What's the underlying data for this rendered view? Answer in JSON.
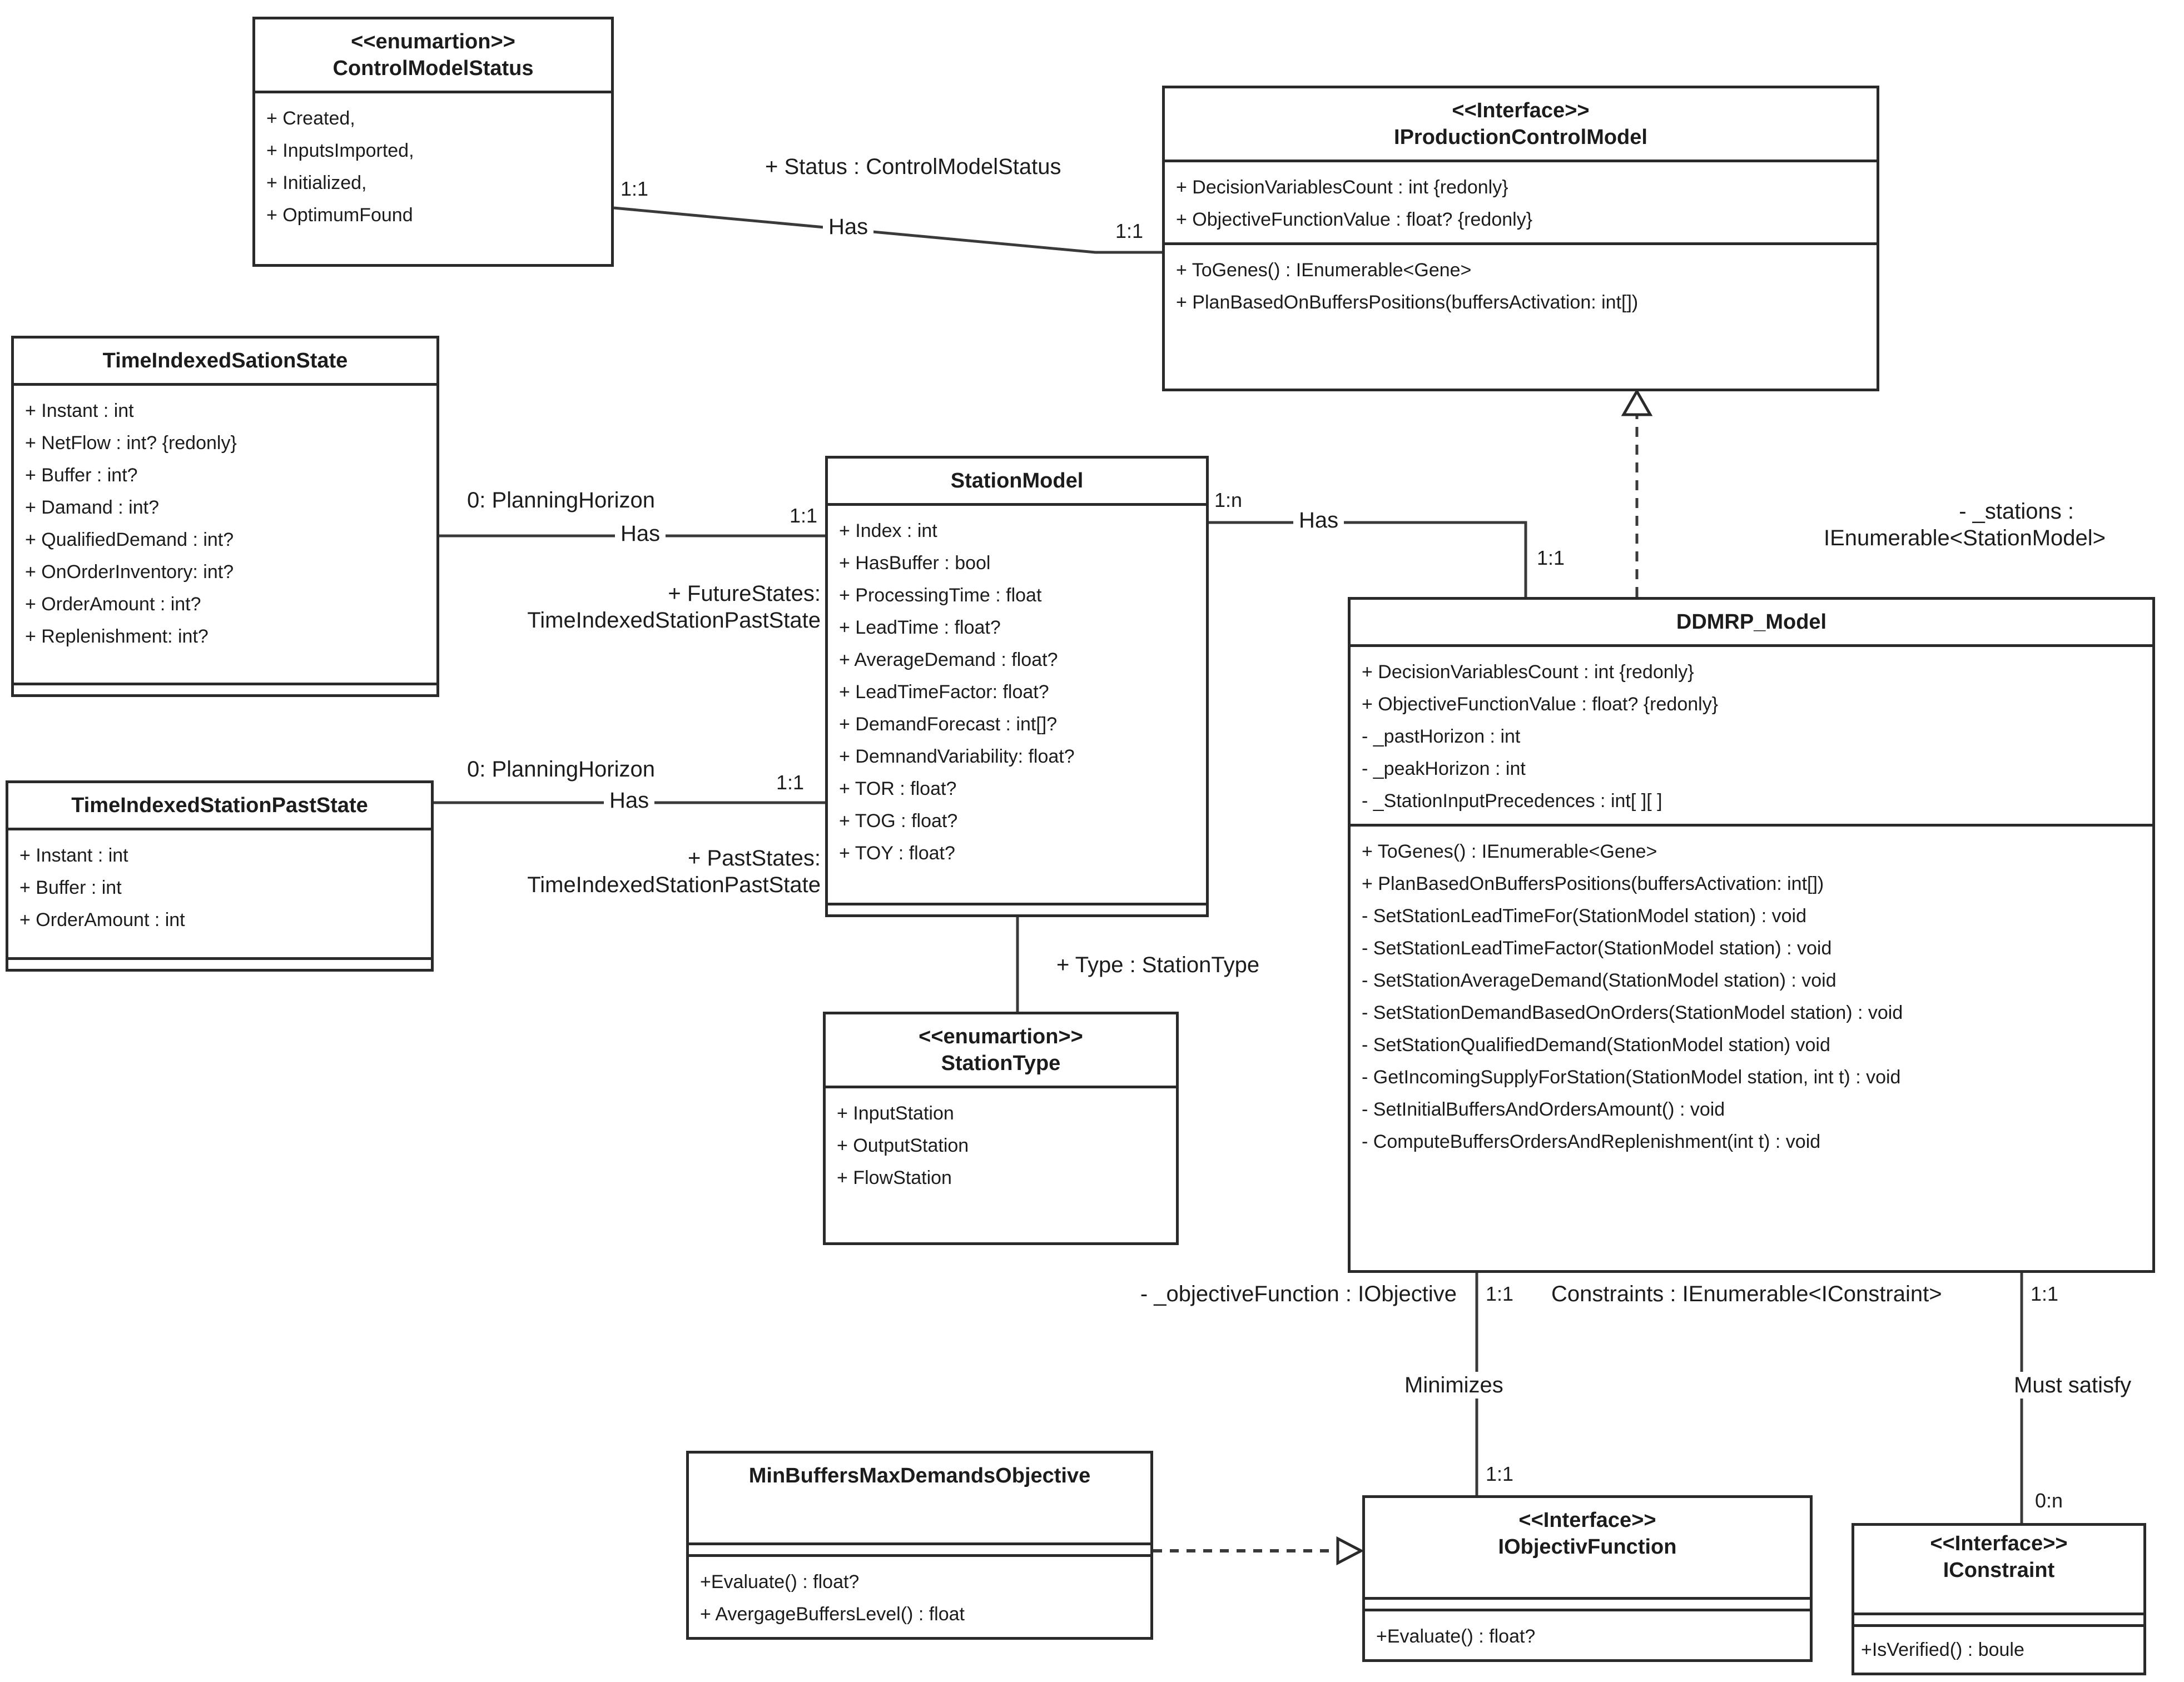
{
  "diagram": {
    "classes": {
      "control_model_status": {
        "stereotype": "<<enumartion>>",
        "name": "ControlModelStatus",
        "attributes": [
          "+ Created,",
          "+ InputsImported,",
          "+ Initialized,",
          "+ OptimumFound"
        ]
      },
      "i_production_control_model": {
        "stereotype": "<<Interface>>",
        "name": "IProductionControlModel",
        "attributes": [
          "+ DecisionVariablesCount : int {redonly}",
          "+ ObjectiveFunctionValue : float? {redonly}"
        ],
        "methods": [
          "+ ToGenes() : IEnumerable<Gene>",
          "+ PlanBasedOnBuffersPositions(buffersActivation: int[])"
        ]
      },
      "time_indexed_sation_state": {
        "name": "TimeIndexedSationState",
        "attributes": [
          "+ Instant : int",
          "+ NetFlow : int? {redonly}",
          "+ Buffer : int?",
          "+ Damand : int?",
          "+ QualifiedDemand : int?",
          "+ OnOrderInventory: int?",
          "+ OrderAmount : int?",
          "+ Replenishment: int?"
        ]
      },
      "station_model": {
        "name": "StationModel",
        "attributes": [
          "+ Index : int",
          "+ HasBuffer : bool",
          "+ ProcessingTime : float",
          "+ LeadTime : float?",
          "+ AverageDemand : float?",
          "+ LeadTimeFactor: float?",
          "+ DemandForecast : int[]?",
          "+ DemnandVariability: float?",
          "+ TOR : float?",
          "+ TOG : float?",
          "+ TOY : float?"
        ]
      },
      "ddmrp_model": {
        "name": "DDMRP_Model",
        "attributes": [
          "+ DecisionVariablesCount : int {redonly}",
          "+ ObjectiveFunctionValue : float? {redonly}",
          "- _pastHorizon : int",
          "- _peakHorizon : int",
          "- _StationInputPrecedences : int[ ][ ]"
        ],
        "methods": [
          "+ ToGenes() : IEnumerable<Gene>",
          "+ PlanBasedOnBuffersPositions(buffersActivation: int[])",
          "- SetStationLeadTimeFor(StationModel station) : void",
          "- SetStationLeadTimeFactor(StationModel station) : void",
          "- SetStationAverageDemand(StationModel station) : void",
          "- SetStationDemandBasedOnOrders(StationModel station) : void",
          "- SetStationQualifiedDemand(StationModel station) void",
          "- GetIncomingSupplyForStation(StationModel station, int t) : void",
          "- SetInitialBuffersAndOrdersAmount() : void",
          "- ComputeBuffersOrdersAndReplenishment(int t) : void"
        ]
      },
      "time_indexed_station_past_state": {
        "name": "TimeIndexedStationPastState",
        "attributes": [
          "+ Instant : int",
          "+ Buffer : int",
          "+ OrderAmount : int"
        ]
      },
      "station_type": {
        "stereotype": "<<enumartion>>",
        "name": "StationType",
        "attributes": [
          "+ InputStation",
          "+ OutputStation",
          "+ FlowStation"
        ]
      },
      "min_buffers_max_demands_objective": {
        "name": "MinBuffersMaxDemandsObjective",
        "methods": [
          "+Evaluate() : float?",
          "+ AvergageBuffersLevel() : float"
        ]
      },
      "i_objectiv_function": {
        "stereotype": "<<Interface>>",
        "name": "IObjectivFunction",
        "methods": [
          "+Evaluate() : float?"
        ]
      },
      "i_constraint": {
        "stereotype": "<<Interface>>",
        "name": "IConstraint",
        "methods": [
          "+IsVerified() : boule"
        ]
      }
    },
    "edges": {
      "status": {
        "role": "+ Status : ControlModelStatus",
        "name": "Has",
        "mult_left": "1:1",
        "mult_right": "1:1"
      },
      "future": {
        "qualifier": "0: PlanningHorizon",
        "name": "Has",
        "mult": "1:1",
        "role_line1": "+ FutureStates:",
        "role_line2": "TimeIndexedStationPastState"
      },
      "past": {
        "qualifier": "0: PlanningHorizon",
        "name": "Has",
        "mult": "1:1",
        "role_line1": "+ PastStates:",
        "role_line2": "TimeIndexedStationPastState"
      },
      "stations": {
        "mult_left": "1:n",
        "name": "Has",
        "mult_right": "1:1",
        "role_line1": "- _stations :",
        "role_line2": "IEnumerable<StationModel>"
      },
      "type": {
        "role": "+ Type : StationType"
      },
      "minimizes": {
        "role": "- _objectiveFunction : IObjective",
        "mult_top": "1:1",
        "name": "Minimizes",
        "mult_bottom": "1:1"
      },
      "must_satisfy": {
        "role": "Constraints : IEnumerable<IConstraint>",
        "mult_top": "1:1",
        "name": "Must satisfy",
        "mult_bottom": "0:n"
      }
    }
  }
}
